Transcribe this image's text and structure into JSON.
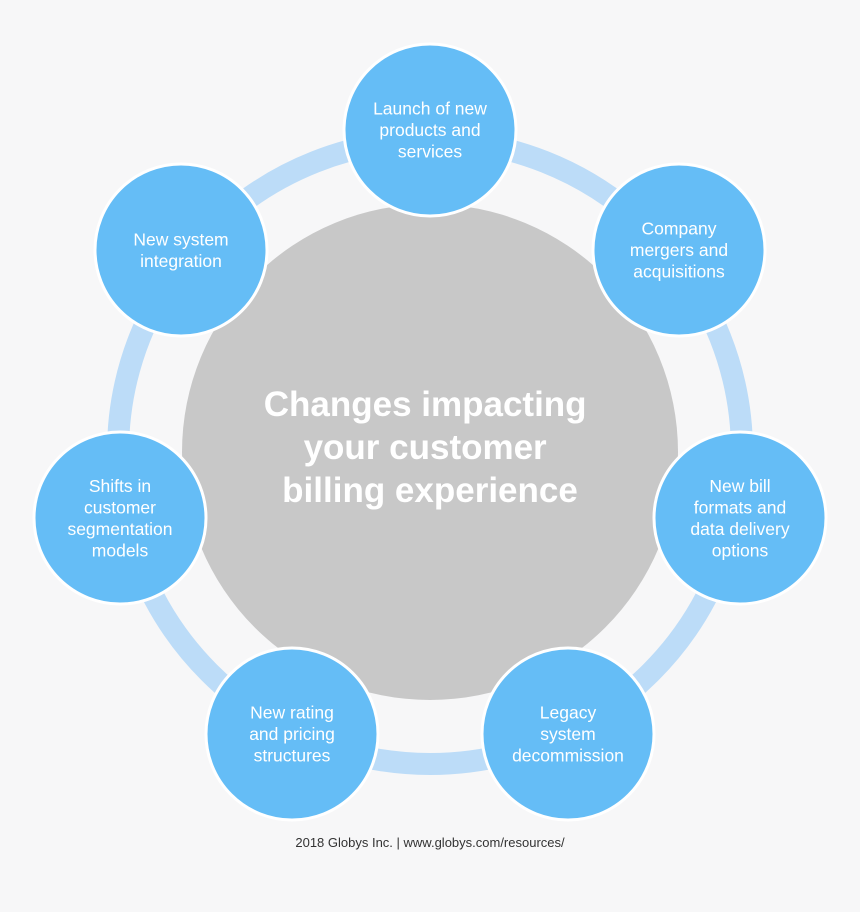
{
  "colors": {
    "background": "#f7f7f8",
    "ring": "#bcdcf8",
    "node_fill": "#65bdf6",
    "node_border": "#ffffff",
    "center_fill": "#c8c8c8",
    "text": "#ffffff",
    "footer_text": "#333333"
  },
  "center": {
    "title_lines": [
      "Changes impacting",
      "your customer",
      "billing experience"
    ]
  },
  "nodes": [
    {
      "id": "launch",
      "lines": [
        "Launch of new",
        "products and",
        "services"
      ]
    },
    {
      "id": "mergers",
      "lines": [
        "Company",
        "mergers and",
        "acquisitions"
      ]
    },
    {
      "id": "bill-formats",
      "lines": [
        "New bill",
        "formats and",
        "data delivery",
        "options"
      ]
    },
    {
      "id": "legacy",
      "lines": [
        "Legacy",
        "system",
        "decommission"
      ]
    },
    {
      "id": "rating",
      "lines": [
        "New rating",
        "and pricing",
        "structures"
      ]
    },
    {
      "id": "segmentation",
      "lines": [
        "Shifts in",
        "customer",
        "segmentation",
        "models"
      ]
    },
    {
      "id": "integration",
      "lines": [
        "New system",
        "integration"
      ]
    }
  ],
  "footer": {
    "text": "2018 Globys Inc. | www.globys.com/resources/"
  }
}
